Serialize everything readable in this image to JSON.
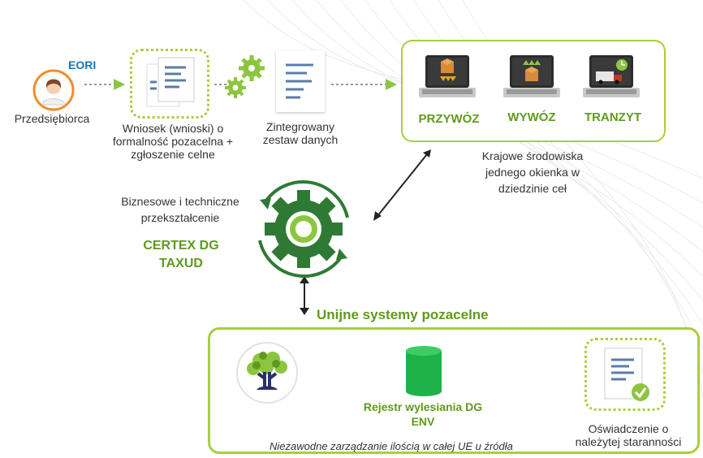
{
  "start": {
    "eori": "EORI",
    "actor": "Przedsiębiorca",
    "application_label": "Wniosek (wnioski) o formalność pozacelna + zgłoszenie celne",
    "dataset_label": "Zintegrowany zestaw danych"
  },
  "national_envs": {
    "imports": "PRZYWÓZ",
    "exports": "WYWÓZ",
    "transit": "TRANZYT",
    "caption": "Krajowe środowiska jednego okienka w dziedzinie ceł"
  },
  "center": {
    "transform_label": "Biznesowe i techniczne przekształcenie",
    "certex": "CERTEX DG TAXUD"
  },
  "eu_systems": {
    "title": "Unijne systemy pozacelne",
    "register": "Rejestr wylesiania DG ENV",
    "statement": "Oświadczenie o należytej staranności",
    "footer": "Niezawodne zarządzanie ilością w całej UE u źródła"
  },
  "colors": {
    "green": "#5f9a1d",
    "lime": "#a8cf3c",
    "blue": "#1a74b8",
    "dark_green": "#2e7a34"
  }
}
